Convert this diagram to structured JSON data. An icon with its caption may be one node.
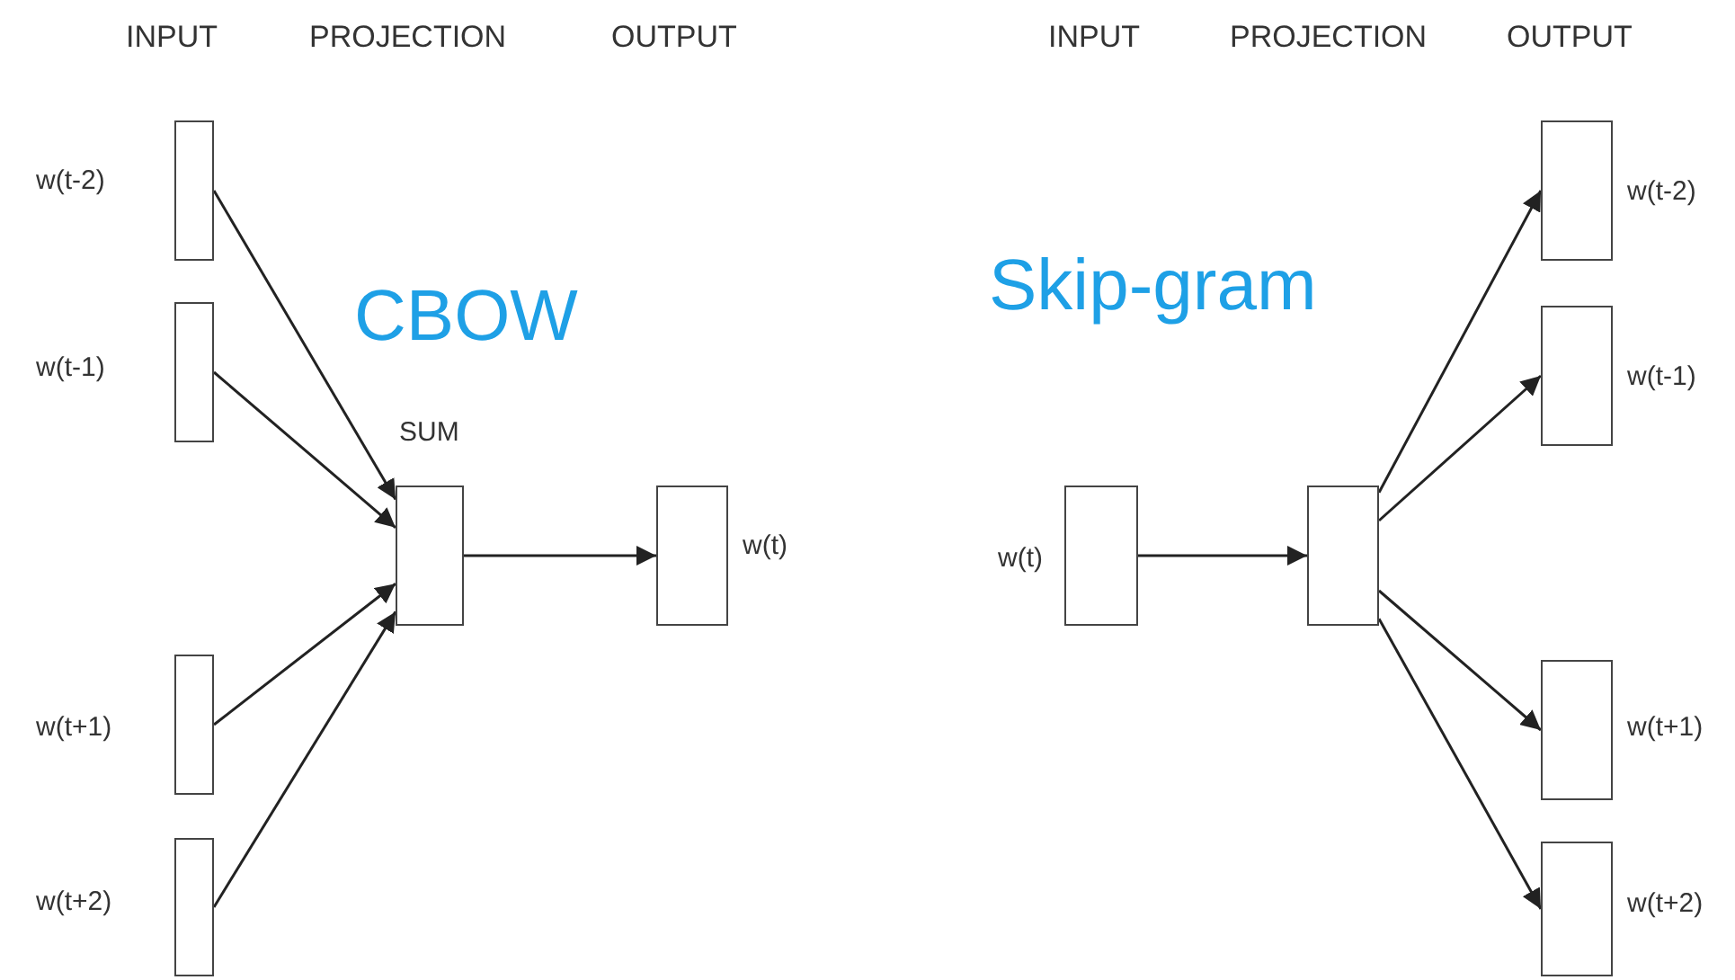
{
  "diagram": {
    "nodes": [
      {
        "text": [],
        "shape": "box",
        "beside": [
          "w(t-2)"
        ]
      },
      {
        "text": [],
        "shape": "box",
        "beside": [
          "w(t-1)"
        ]
      },
      {
        "text": [],
        "shape": "box",
        "beside": [
          "w(t+1)"
        ]
      },
      {
        "text": [],
        "shape": "box",
        "beside": [
          "w(t+2)"
        ]
      },
      {
        "text": [],
        "shape": "box",
        "beside": [
          "SUM"
        ]
      },
      {
        "text": [],
        "shape": "box",
        "beside": [
          "w(t)"
        ]
      },
      {
        "text": [],
        "shape": "box",
        "beside": [
          "w(t)"
        ]
      },
      {
        "text": [],
        "shape": "box"
      },
      {
        "text": [],
        "shape": "box",
        "beside": [
          "w(t-2)"
        ]
      },
      {
        "text": [],
        "shape": "box",
        "beside": [
          "w(t-1)"
        ]
      },
      {
        "text": [],
        "shape": "box",
        "beside": [
          "w(t+1)"
        ]
      },
      {
        "text": [],
        "shape": "box",
        "beside": [
          "w(t+2)"
        ]
      }
    ],
    "edges": [
      {
        "from": 0,
        "to": 4,
        "arrow": "to"
      },
      {
        "from": 1,
        "to": 4,
        "arrow": "to"
      },
      {
        "from": 2,
        "to": 4,
        "arrow": "to"
      },
      {
        "from": 3,
        "to": 4,
        "arrow": "to"
      },
      {
        "from": 4,
        "to": 5,
        "arrow": "to"
      },
      {
        "from": 6,
        "to": 7,
        "arrow": "to"
      },
      {
        "from": 7,
        "to": 8,
        "arrow": "to"
      },
      {
        "from": 7,
        "to": 9,
        "arrow": "to"
      },
      {
        "from": 7,
        "to": 10,
        "arrow": "to"
      },
      {
        "from": 7,
        "to": 11,
        "arrow": "to"
      }
    ],
    "labels": [
      "INPUT",
      "PROJECTION",
      "OUTPUT",
      "INPUT",
      "PROJECTION",
      "OUTPUT",
      "CBOW",
      "Skip-gram"
    ]
  }
}
